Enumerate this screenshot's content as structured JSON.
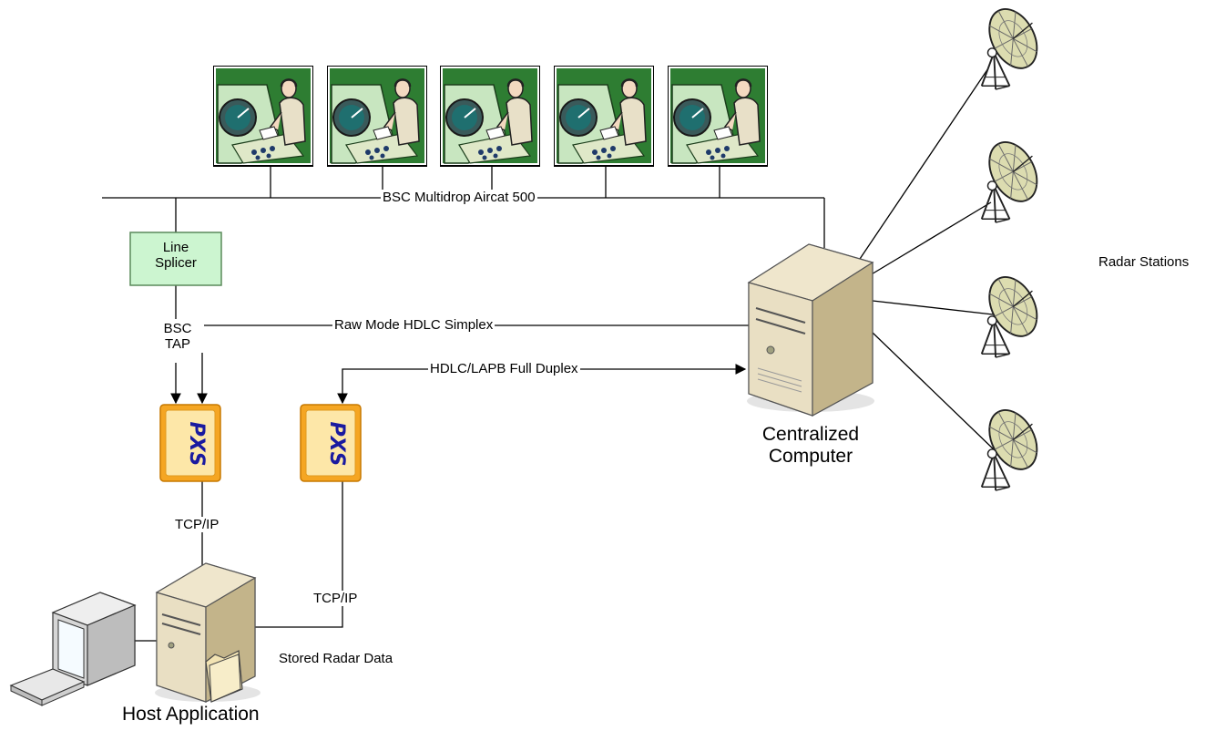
{
  "labels": {
    "bus": "BSC Multidrop Aircat 500",
    "line_splicer": [
      "Line",
      "Splicer"
    ],
    "bsc_tap": [
      "BSC",
      "TAP"
    ],
    "raw_mode": "Raw Mode HDLC Simplex",
    "hdlc_lapb": "HDLC/LAPB Full Duplex",
    "tcpip_left": "TCP/IP",
    "tcpip_right": "TCP/IP",
    "centralized": [
      "Centralized",
      "Computer"
    ],
    "host_application": "Host Application",
    "stored_radar_data": "Stored Radar Data",
    "radar_stations": "Radar Stations"
  },
  "pxs_label": "PXS",
  "operator_stations": [
    "operator-station-1",
    "operator-station-2",
    "operator-station-3",
    "operator-station-4",
    "operator-station-5"
  ],
  "radar_dishes": [
    "radar-dish-1",
    "radar-dish-2",
    "radar-dish-3",
    "radar-dish-4"
  ],
  "colors": {
    "splicer_fill": "#ccf5d0",
    "splicer_border": "#5a8a5a",
    "pxs_fill": "#fbb832",
    "pxs_inner": "#fde7a8",
    "pxs_text": "#1a1aa0",
    "server_body": "#e7dcc0",
    "server_side": "#c8b98f",
    "screen_green": "#1f7a2a",
    "radar_dish": "#d8d8a8"
  }
}
